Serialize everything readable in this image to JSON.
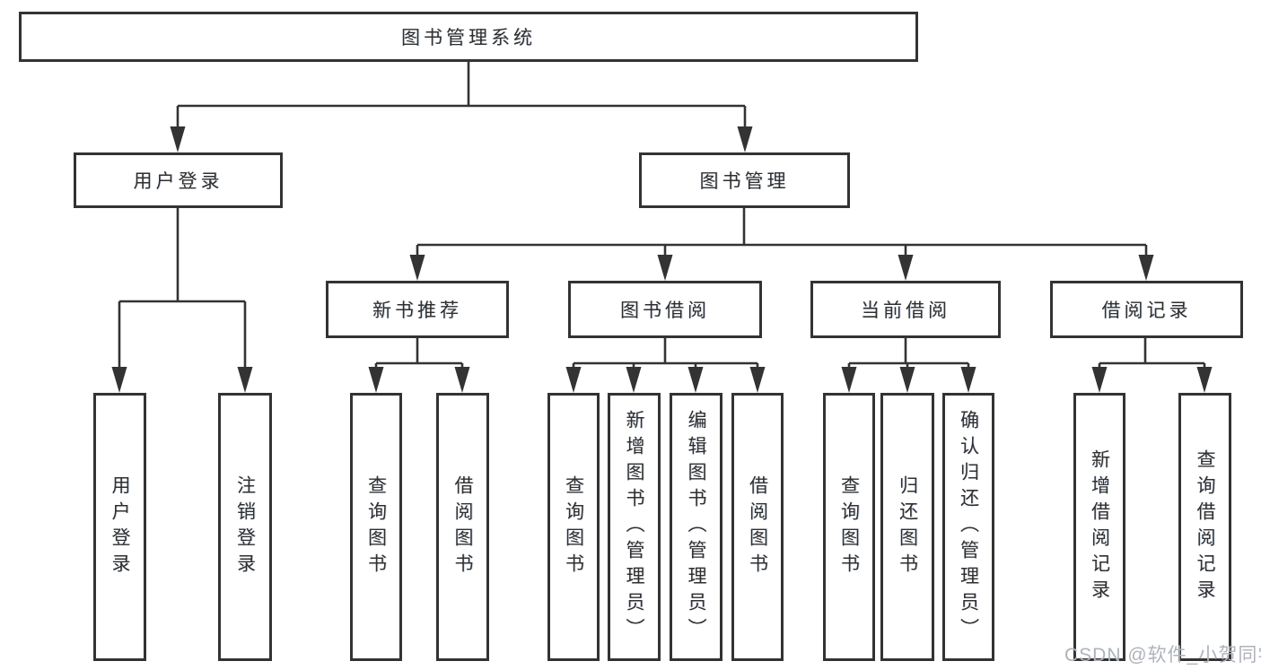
{
  "diagram": {
    "colors": {
      "line": "#333333",
      "box_border": "#333333",
      "text": "#2f2f2f",
      "background": "#ffffff",
      "watermark": "#aeb3bb"
    },
    "nodes": {
      "root": {
        "label": "图书管理系统"
      },
      "user_login": {
        "label": "用户登录"
      },
      "book_mgmt": {
        "label": "图书管理"
      },
      "new_book_rec": {
        "label": "新书推荐"
      },
      "book_borrow": {
        "label": "图书借阅"
      },
      "current_borrow": {
        "label": "当前借阅"
      },
      "borrow_records": {
        "label": "借阅记录"
      },
      "leaf_login": {
        "label": "用户登录"
      },
      "leaf_logout": {
        "label": "注销登录"
      },
      "rec_query_book": {
        "label": "查询图书"
      },
      "rec_borrow_book": {
        "label": "借阅图书"
      },
      "bb_query_book": {
        "label": "查询图书"
      },
      "bb_add_book": {
        "label": "新增图书（管理员）"
      },
      "bb_edit_book": {
        "label": "编辑图书（管理员）"
      },
      "bb_borrow_book": {
        "label": "借阅图书"
      },
      "cb_query_book": {
        "label": "查询图书"
      },
      "cb_return_book": {
        "label": "归还图书"
      },
      "cb_confirm_return": {
        "label": "确认归还（管理员）"
      },
      "br_add_record": {
        "label": "新增借阅记录"
      },
      "br_query_record": {
        "label": "查询借阅记录"
      }
    },
    "hierarchy": {
      "图书管理系统": {
        "用户登录": [
          "用户登录",
          "注销登录"
        ],
        "图书管理": {
          "新书推荐": [
            "查询图书",
            "借阅图书"
          ],
          "图书借阅": [
            "查询图书",
            "新增图书（管理员）",
            "编辑图书（管理员）",
            "借阅图书"
          ],
          "当前借阅": [
            "查询图书",
            "归还图书",
            "确认归还（管理员）"
          ],
          "借阅记录": [
            "新增借阅记录",
            "查询借阅记录"
          ]
        }
      }
    },
    "watermark": {
      "text": "CSDN @软件_小贺同学"
    }
  }
}
